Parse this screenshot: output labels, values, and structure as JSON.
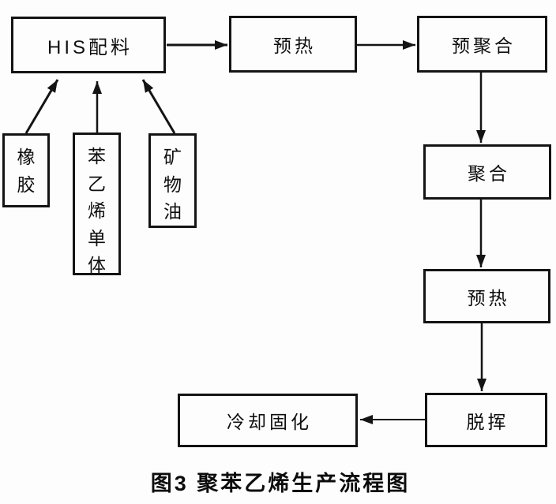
{
  "diagram": {
    "caption": "图3 聚苯乙烯生产流程图",
    "nodes": {
      "his_batching": {
        "label": "HIS配料"
      },
      "preheat_top": {
        "label": "预热"
      },
      "prepolymerization": {
        "label": "预聚合"
      },
      "polymerization": {
        "label": "聚合"
      },
      "preheat_right": {
        "label": "预热"
      },
      "devolatilization": {
        "label": "脱挥"
      },
      "cooling_solidification": {
        "label": "冷却固化"
      },
      "rubber": {
        "label": "橡胶"
      },
      "styrene_monomer": {
        "label": "苯乙烯单体"
      },
      "mineral_oil": {
        "label": "矿物油"
      }
    },
    "edges": [
      {
        "from": "橡胶",
        "to": "HIS配料"
      },
      {
        "from": "苯乙烯单体",
        "to": "HIS配料"
      },
      {
        "from": "矿物油",
        "to": "HIS配料"
      },
      {
        "from": "HIS配料",
        "to": "预热"
      },
      {
        "from": "预热",
        "to": "预聚合"
      },
      {
        "from": "预聚合",
        "to": "聚合"
      },
      {
        "from": "聚合",
        "to": "预热"
      },
      {
        "from": "预热",
        "to": "脱挥"
      },
      {
        "from": "脱挥",
        "to": "冷却固化"
      }
    ]
  },
  "colors": {
    "ink": "#141414",
    "background": "#fdfdfd"
  }
}
